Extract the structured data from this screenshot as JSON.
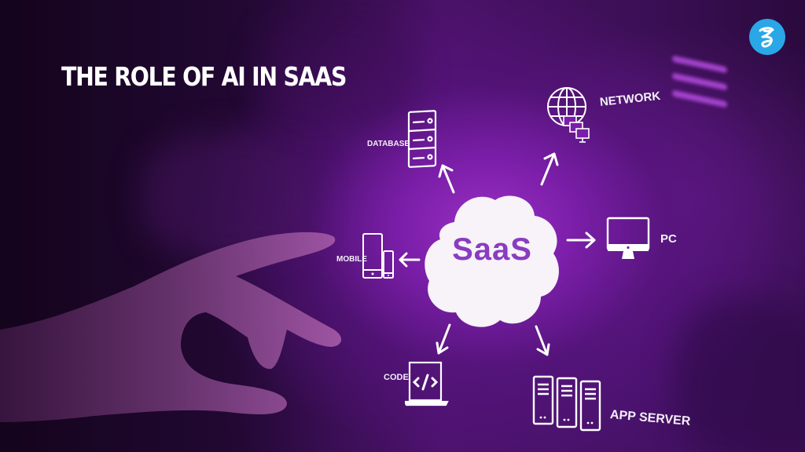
{
  "title": "THE ROLE OF AI IN SAAS",
  "logo": {
    "icon": "script-g-logo-icon",
    "color": "#29a7e6"
  },
  "center": {
    "label": "SaaS",
    "shape": "cloud",
    "text_color": "#8a3cc0"
  },
  "nodes": [
    {
      "id": "database",
      "label": "DATABASE",
      "icon": "database-icon"
    },
    {
      "id": "network",
      "label": "NETWORK",
      "icon": "globe-network-icon"
    },
    {
      "id": "pc",
      "label": "PC",
      "icon": "desktop-monitor-icon"
    },
    {
      "id": "mobile",
      "label": "MOBILE",
      "icon": "mobile-devices-icon"
    },
    {
      "id": "code",
      "label": "CODE",
      "icon": "laptop-code-icon"
    },
    {
      "id": "app_server",
      "label": "APP SERVER",
      "icon": "server-rack-icon"
    }
  ],
  "colors": {
    "background_dark": "#14041c",
    "background_glow": "#9a2fc4",
    "icon_stroke": "#ffffff"
  }
}
